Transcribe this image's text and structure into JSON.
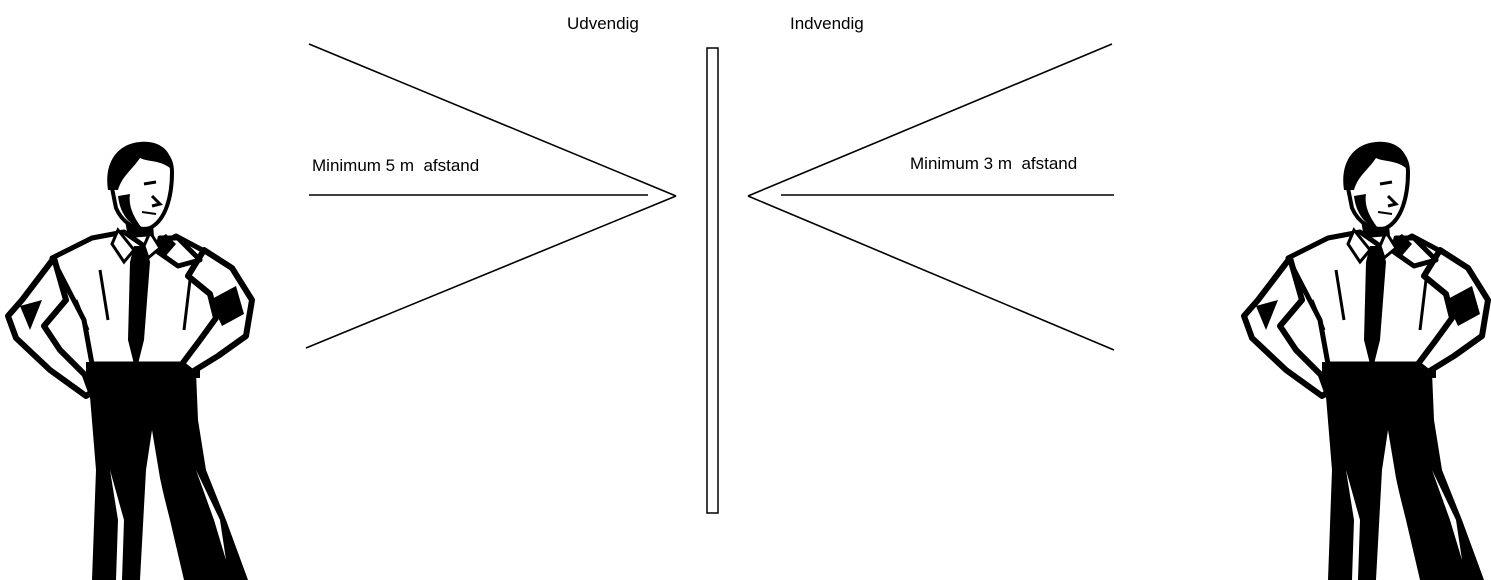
{
  "labels": {
    "outside": "Udvendig",
    "inside": "Indvendig",
    "left_distance": "Minimum 5 m  afstand",
    "right_distance": "Minimum 3 m  afstand"
  },
  "colors": {
    "line": "#000000",
    "figure": "#000000",
    "shirt": "#ffffff",
    "background": "#ffffff"
  },
  "icons": {
    "left_figure": "standing-man-thinking",
    "right_figure": "standing-man-thinking",
    "wall": "window-pane"
  }
}
